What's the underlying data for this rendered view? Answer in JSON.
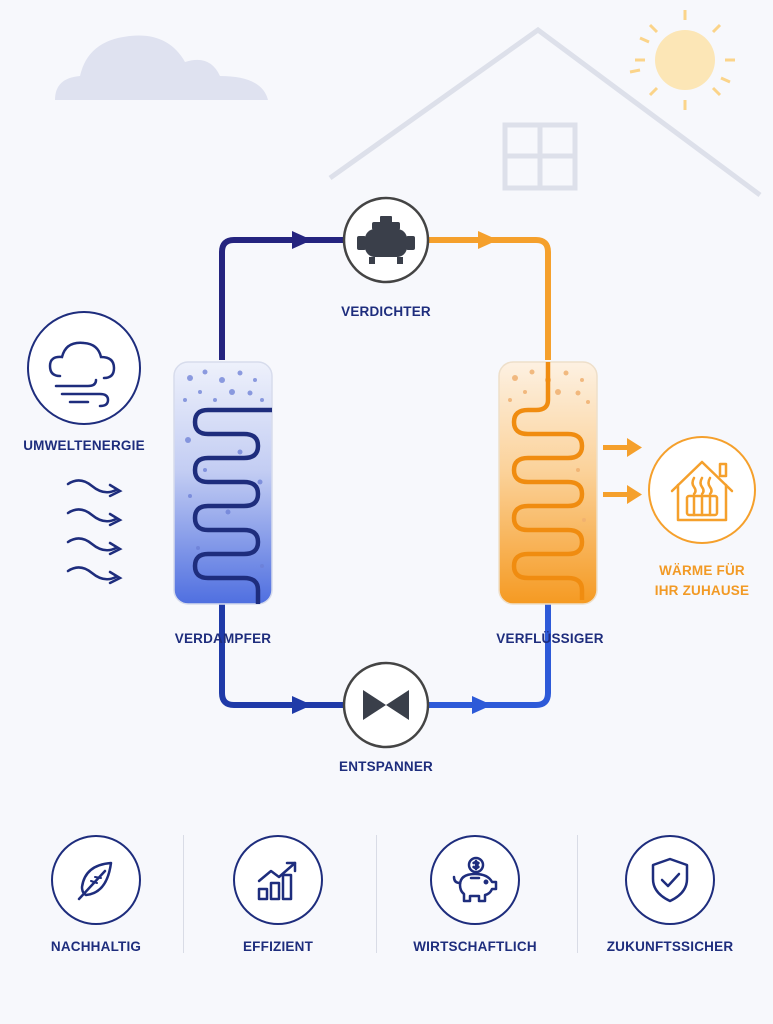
{
  "labels": {
    "compressor": "VERDICHTER",
    "expansion": "ENTSPANNER",
    "evaporator": "VERDAMPFER",
    "condenser": "VERFLÜSSIGER",
    "ambient": "UMWELTENERGIE",
    "heat_line1": "WÄRME FÜR",
    "heat_line2": "IHR ZUHAUSE"
  },
  "features": [
    {
      "label": "NACHHALTIG",
      "icon": "leaf-icon"
    },
    {
      "label": "EFFIZIENT",
      "icon": "growth-chart-icon"
    },
    {
      "label": "WIRTSCHAFTLICH",
      "icon": "piggy-bank-icon"
    },
    {
      "label": "ZUKUNFTSSICHER",
      "icon": "shield-check-icon"
    }
  ],
  "colors": {
    "cold": "#1e2d7d",
    "cold_light": "#2f54d6",
    "hot": "#f5a02c",
    "icon_dark": "#3a3f4a",
    "background": "#f7f8fc"
  }
}
